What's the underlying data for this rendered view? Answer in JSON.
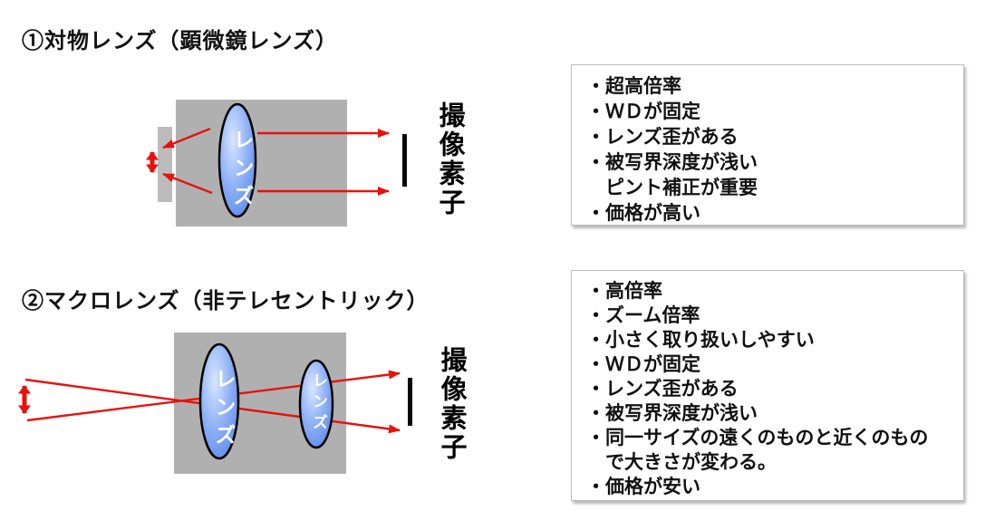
{
  "colors": {
    "box_gray": "#b0b0b0",
    "box_gray_light": "#bcbcbc",
    "arrow_red": "#e8110d",
    "info_border": "#bdbdbd",
    "lens_blue_light": "#d9e6fd",
    "lens_blue_mid": "#8fb2f6",
    "lens_blue_dark": "#4d7de8",
    "ink": "#111111"
  },
  "sections": [
    {
      "title": "①対物レンズ（顕微鏡レンズ）",
      "lens_label": "レンズ",
      "sensor_label": "撮像素子",
      "info_lines": [
        "・超高倍率",
        "・ＷＤが固定",
        "・レンズ歪がある",
        "・被写界深度が浅い",
        "　ピント補正が重要",
        "・価格が高い"
      ]
    },
    {
      "title": "②マクロレンズ（非テレセントリック）",
      "lens_label_front": "レンズ",
      "lens_label_rear": "レンズ",
      "sensor_label": "撮像素子",
      "info_lines": [
        "・高倍率",
        "・ズーム倍率",
        "・小さく取り扱いしやすい",
        "・ＷＤが固定",
        "・レンズ歪がある",
        "・被写界深度が浅い",
        "・同一サイズの遠くのものと近くのもの",
        "　で大きさが変わる。",
        "・価格が安い"
      ]
    }
  ]
}
